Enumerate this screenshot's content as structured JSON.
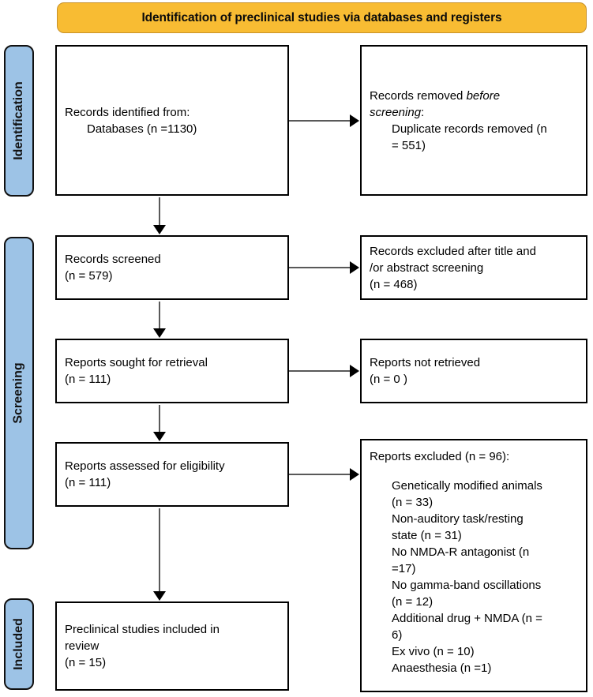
{
  "banner": {
    "title": "Identification of preclinical studies via databases and registers",
    "color": "#f8bc33"
  },
  "stages": {
    "color": "#9dc3e6",
    "identification": "Identification",
    "screening": "Screening",
    "included": "Included"
  },
  "boxes": {
    "identified": {
      "line1": "Records identified from:",
      "line2": "Databases (n =1130)"
    },
    "removed": {
      "line1_pre": "Records removed ",
      "line1_em": "before",
      "line2_em": "screening",
      "line2_post": ":",
      "line3": "Duplicate records removed (n",
      "line4": "= 551)"
    },
    "screened": {
      "line1": "Records screened",
      "line2": "(n = 579)"
    },
    "excluded_screening": {
      "line1": "Records excluded after title and",
      "line2": "/or abstract screening",
      "line3": "(n = 468)"
    },
    "sought": {
      "line1": "Reports sought for retrieval",
      "line2": "(n = 111)"
    },
    "not_retrieved": {
      "line1": "Reports not retrieved",
      "line2": "(n = 0 )"
    },
    "assessed": {
      "line1": "Reports assessed for eligibility",
      "line2": "(n = 111)"
    },
    "excluded_reports": {
      "heading": "Reports excluded (n = 96):",
      "reasons": [
        "Genetically modified animals",
        "(n = 33)",
        "Non-auditory task/resting",
        "state (n = 31)",
        "No NMDA-R antagonist (n",
        "=17)",
        "No gamma-band oscillations",
        "(n = 12)",
        "Additional drug + NMDA (n =",
        "6)",
        "Ex vivo (n = 10)",
        "Anaesthesia (n =1)"
      ]
    },
    "included": {
      "line1": "Preclinical studies included in",
      "line2": "review",
      "line3": "(n = 15)"
    }
  }
}
